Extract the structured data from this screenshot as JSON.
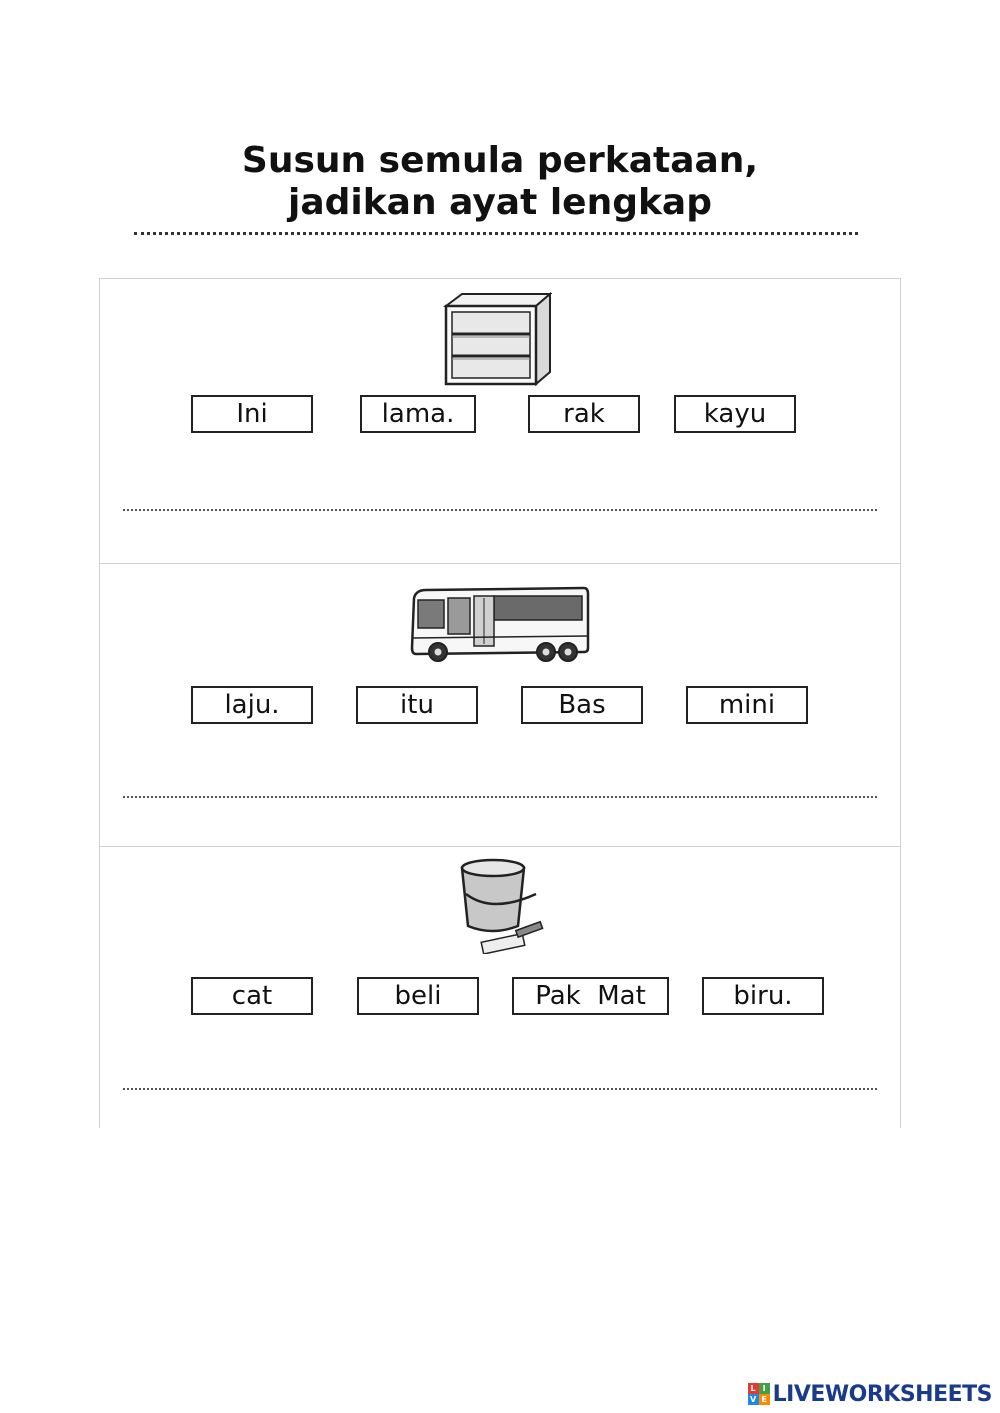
{
  "worksheet": {
    "title_line1": "Susun semula perkataan,",
    "title_line2": "jadikan ayat lengkap"
  },
  "questions": [
    {
      "picture": "shelf-icon",
      "words": [
        "Ini",
        "lama.",
        "rak",
        "kayu"
      ],
      "answer": ""
    },
    {
      "picture": "bus-icon",
      "words": [
        "laju.",
        "itu",
        "Bas",
        "mini"
      ],
      "answer": ""
    },
    {
      "picture": "paint-bucket-icon",
      "words": [
        "cat",
        "beli",
        "Pak  Mat",
        "biru."
      ],
      "answer": ""
    }
  ],
  "branding": {
    "logo_text": "LIVEWORKSHEETS",
    "logo_mark": [
      "L",
      "I",
      "V",
      "E"
    ],
    "logo_colors": [
      "#e53935",
      "#43a047",
      "#1e88e5",
      "#fb8c00"
    ],
    "text_color": "#1a3a8a"
  }
}
